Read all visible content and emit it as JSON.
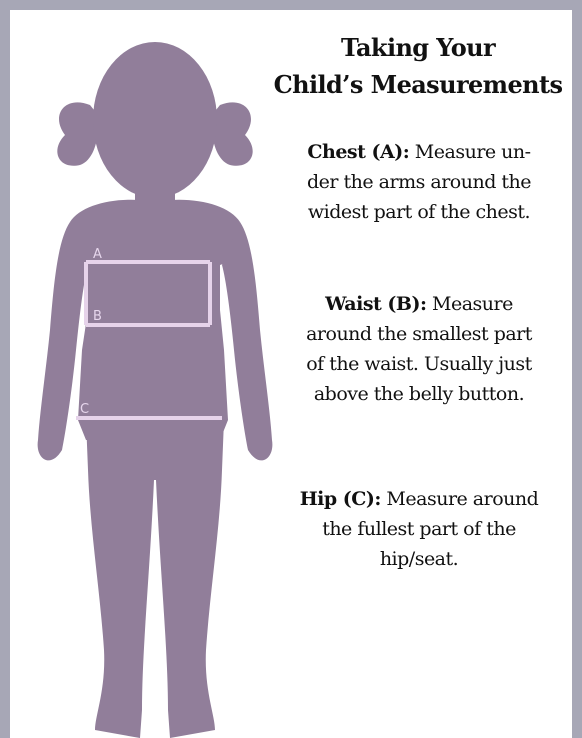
{
  "title": {
    "line1": "Taking Your",
    "line2": "Child’s Measurements"
  },
  "instructions": [
    {
      "key": "chest",
      "label": "Chest (A):",
      "text_parts": [
        " Measure un-",
        "der the arms around  the",
        "widest part of the chest."
      ]
    },
    {
      "key": "waist",
      "label": "Waist (B):",
      "text_parts": [
        " Measure",
        "around the smallest part",
        "of the waist. Usually just",
        "above the belly button."
      ]
    },
    {
      "key": "hip",
      "label": "Hip (C):",
      "text_parts": [
        " Measure around",
        "the fullest part of the",
        "hip/seat."
      ]
    }
  ],
  "figure": {
    "markers": [
      "A",
      "B",
      "C"
    ],
    "silhouette_color": "#917e9a",
    "line_color": "#e6d3ea"
  },
  "frame_color": "#a7a7b6"
}
